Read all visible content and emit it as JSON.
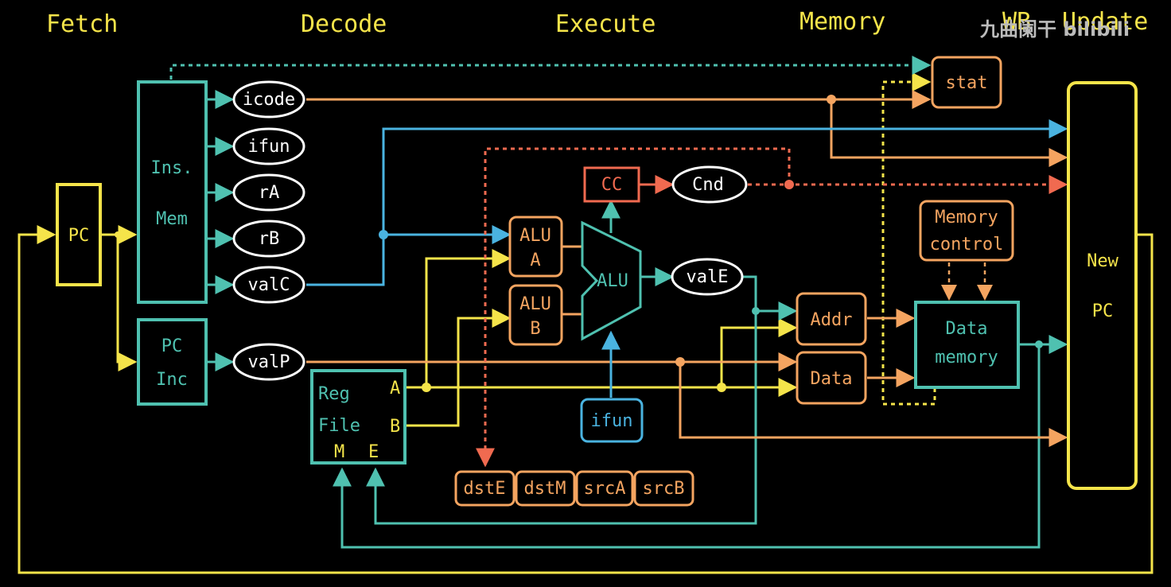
{
  "stages": {
    "fetch": "Fetch",
    "decode": "Decode",
    "execute": "Execute",
    "memory": "Memory",
    "wb": "WB",
    "update": "Update"
  },
  "watermark": "九曲阑干 bilibili",
  "blocks": {
    "pc": "PC",
    "ins_mem_line1": "Ins.",
    "ins_mem_line2": "Mem",
    "pc_inc_line1": "PC",
    "pc_inc_line2": "Inc",
    "reg_file_line1": "Reg",
    "reg_file_line2": "File",
    "reg_port_a": "A",
    "reg_port_b": "B",
    "reg_port_m": "M",
    "reg_port_e": "E",
    "cc": "CC",
    "alu": "ALU",
    "alu_a_line1": "ALU",
    "alu_a_line2": "A",
    "alu_b_line1": "ALU",
    "alu_b_line2": "B",
    "addr": "Addr",
    "data": "Data",
    "data_memory_line1": "Data",
    "data_memory_line2": "memory",
    "memory_control_line1": "Memory",
    "memory_control_line2": "control",
    "stat": "stat",
    "new_pc_line1": "New",
    "new_pc_line2": "PC",
    "ifun_box": "ifun"
  },
  "signals": {
    "icode": "icode",
    "ifun": "ifun",
    "ra": "rA",
    "rb": "rB",
    "valc": "valC",
    "valp": "valP",
    "cnd": "Cnd",
    "vale": "valE"
  },
  "regs": {
    "dste": "dstE",
    "dstm": "dstM",
    "srca": "srcA",
    "srcb": "srcB"
  },
  "colors": {
    "yellow": "#f5e44a",
    "teal": "#4fc1b0",
    "orange": "#f4a460",
    "blue": "#4ab3e0",
    "red": "#f06a50",
    "white": "#ffffff",
    "background": "#000000"
  }
}
